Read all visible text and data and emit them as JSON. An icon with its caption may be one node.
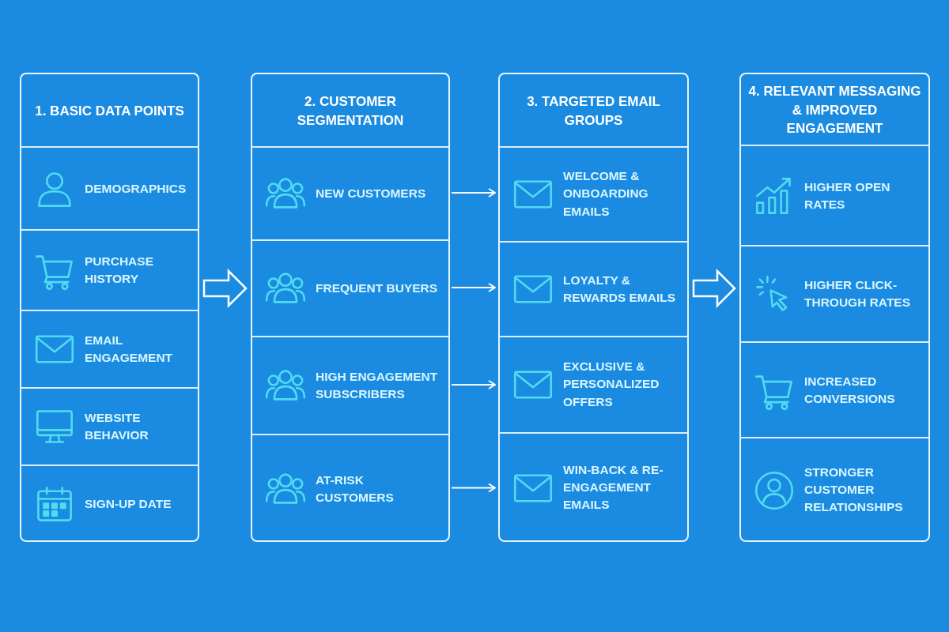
{
  "diagram": {
    "nodes": [
      {
        "text": [
          "1. BASIC DATA POINTS"
        ]
      },
      {
        "text": [
          "DEMOGRAPHICS"
        ],
        "in": 0
      },
      {
        "text": [
          "PURCHASE HISTORY"
        ],
        "in": 0
      },
      {
        "text": [
          "EMAIL ENGAGEMENT"
        ],
        "in": 0
      },
      {
        "text": [
          "WEBSITE BEHAVIOR"
        ],
        "in": 0
      },
      {
        "text": [
          "SIGN-UP DATE"
        ],
        "in": 0
      },
      {
        "text": [
          "2. CUSTOMER SEGMENTATION"
        ]
      },
      {
        "text": [
          "NEW CUSTOMERS"
        ],
        "in": 6
      },
      {
        "text": [
          "FREQUENT BUYERS"
        ],
        "in": 6
      },
      {
        "text": [
          "HIGH ENGAGEMENT SUBSCRIBERS"
        ],
        "in": 6
      },
      {
        "text": [
          "AT-RISK CUSTOMERS"
        ],
        "in": 6
      },
      {
        "text": [
          "3. TARGETED EMAIL GROUPS"
        ]
      },
      {
        "text": [
          "WELCOME & ONBOARDING EMAILS"
        ],
        "in": 11
      },
      {
        "text": [
          "LOYALTY & REWARDS EMAILS"
        ],
        "in": 11
      },
      {
        "text": [
          "EXCLUSIVE & PERSONALIZED OFFERS"
        ],
        "in": 11
      },
      {
        "text": [
          "WIN-BACK & RE-ENGAGEMENT EMAILS"
        ],
        "in": 11
      },
      {
        "text": [
          "4. RELEVANT MESSAGING & IMPROVED ENGAGEMENT"
        ]
      },
      {
        "text": [
          "HIGHER OPEN RATES"
        ],
        "in": 16
      },
      {
        "text": [
          "HIGHER CLICK-THROUGH RATES"
        ],
        "in": 16
      },
      {
        "text": [
          "INCREASED CONVERSIONS"
        ],
        "in": 16
      },
      {
        "text": [
          "STRONGER CUSTOMER RELATIONSHIPS"
        ],
        "in": 16
      }
    ],
    "edges": [
      {
        "from": 0,
        "to": 6,
        "arrow": "to",
        "style": "thick"
      },
      {
        "from": 7,
        "to": 12,
        "arrow": "to"
      },
      {
        "from": 8,
        "to": 13,
        "arrow": "to"
      },
      {
        "from": 9,
        "to": 14,
        "arrow": "to"
      },
      {
        "from": 10,
        "to": 15,
        "arrow": "to"
      },
      {
        "from": 11,
        "to": 16,
        "arrow": "to",
        "style": "thick"
      }
    ]
  }
}
